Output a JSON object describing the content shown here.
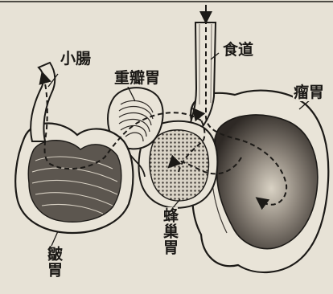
{
  "diagram": {
    "labels": {
      "esophagus": "食道",
      "small_intestine": "小腸",
      "omasum": "重瓣胃",
      "rumen": "瘤胃",
      "reticulum": "蜂巢胃",
      "abomasum": "皺胃"
    },
    "colors": {
      "paper": "#e7e2d6",
      "ink": "#1c1a17",
      "shade_dark": "#3b3631",
      "shade_mid": "#77706a"
    }
  }
}
